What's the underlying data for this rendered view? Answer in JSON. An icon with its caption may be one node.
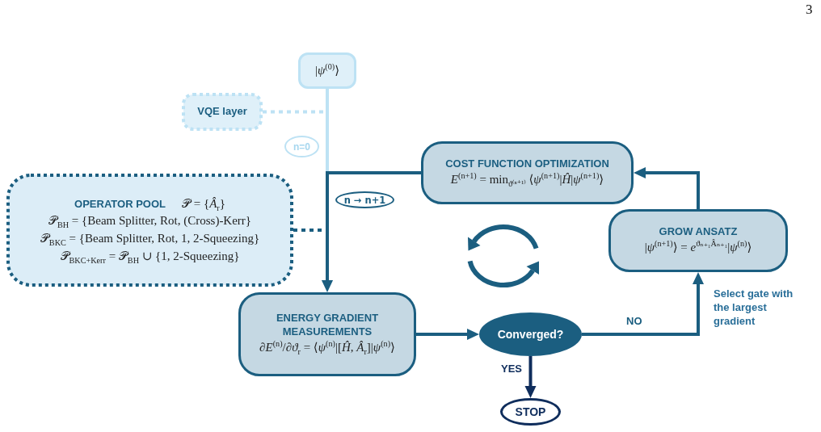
{
  "diagram": {
    "nodes": [
      {
        "text": [
          "|*ψ*$^{(0)}$⟩"
        ]
      },
      {
        "text": [
          "VQE layer"
        ]
      },
      {
        "text": [
          "n=0"
        ]
      },
      {
        "text": [
          "COST FUNCTION OPTIMIZATION",
          "*E*$^{(n+1)}$ = min$_{ϑ⁽ⁿ⁺¹⁾}$ ⟨*ψ*$^{(n+1)}$|*Ĥ*|*ψ*$^{(n+1)}$⟩"
        ]
      },
      {
        "text": [
          "OPERATOR POOL",
          "𝒫 = {*Â*$_{r}$}",
          "𝒫$_{BH}$ = {Beam Splitter, Rot, (Cross)-Kerr}",
          "𝒫$_{BKC}$ = {Beam Splitter, Rot, 1, 2-Squeezing}",
          "𝒫$_{BKC+Kerr}$ = 𝒫$_{BH}$ ∪ {1, 2-Squeezing}"
        ]
      },
      {
        "text": [
          "n → n+1"
        ]
      },
      {
        "text": [
          "GROW ANSATZ",
          "|*ψ*$^{(n+1)}$⟩ = *e*$^{ϑₙ₊₁Âₙ₊₁}$|*ψ*$^{(n)}$⟩"
        ]
      },
      {
        "text": [
          "ENERGY GRADIENT MEASUREMENTS",
          "∂*E*$^{(n)}$/∂*ϑ*$_{r}$ = ⟨*ψ*$^{(n)}$|[*Ĥ*, *Â*$_{r}$]|*ψ*$^{(n)}$⟩"
        ]
      },
      {
        "text": [
          "Converged?"
        ]
      },
      {
        "text": [
          "STOP"
        ]
      }
    ],
    "edges": [
      {
        "from": 0,
        "to": 7,
        "arrow": "to",
        "color": "#bde2f4"
      },
      {
        "from": 1,
        "to": null,
        "arrow": "none",
        "style": "dashed",
        "color": "#bde2f4"
      },
      {
        "from": 3,
        "to": 7,
        "arrow": "to"
      },
      {
        "from": 4,
        "to": null,
        "arrow": "none",
        "style": "dashed"
      },
      {
        "from": 7,
        "to": 8,
        "arrow": "to"
      },
      {
        "from": 8,
        "to": 9,
        "arrow": "to",
        "label": "YES",
        "color": "#0f2d5c"
      },
      {
        "from": 8,
        "to": 6,
        "arrow": "to",
        "label": "NO"
      },
      {
        "from": 6,
        "to": 3,
        "arrow": "to"
      }
    ],
    "labels": [
      "3",
      "Select gate with the largest gradient"
    ]
  }
}
